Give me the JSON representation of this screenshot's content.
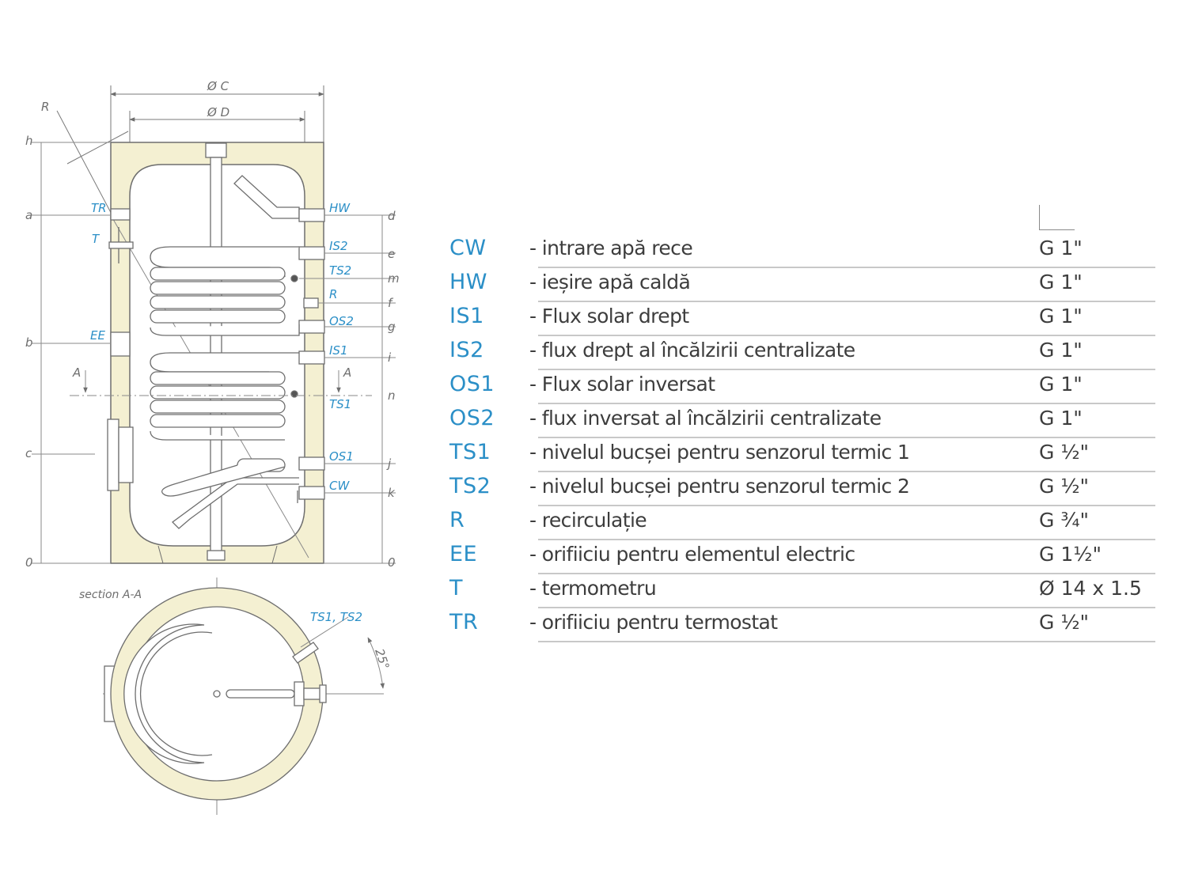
{
  "drawing": {
    "dimensions": {
      "outer_diameter": "Ø C",
      "inner_diameter": "Ø D",
      "radius": "R",
      "left_levels": [
        "h",
        "a",
        "b",
        "c",
        "0"
      ],
      "right_levels": [
        "d",
        "e",
        "m",
        "f",
        "g",
        "i",
        "n",
        "j",
        "k",
        "0"
      ],
      "section_mark": "A",
      "angle": "25°"
    },
    "connections": {
      "hw": "HW",
      "is2": "IS2",
      "ts2": "TS2",
      "r": "R",
      "os2": "OS2",
      "is1": "IS1",
      "ts1": "TS1",
      "os1": "OS1",
      "cw": "CW",
      "tr": "TR",
      "t": "T",
      "ee": "EE"
    },
    "section_title": "section A-A",
    "section_sensor_label": "TS1, TS2"
  },
  "legend": {
    "rows": [
      {
        "code": "CW",
        "desc": "- intrare apă rece",
        "size": "G 1\""
      },
      {
        "code": "HW",
        "desc": "- ieșire apă caldă",
        "size": "G 1\""
      },
      {
        "code": "IS1",
        "desc": "- Flux solar drept",
        "size": "G 1\""
      },
      {
        "code": "IS2",
        "desc": "- flux drept al încălzirii centralizate",
        "size": "G 1\""
      },
      {
        "code": "OS1",
        "desc": "- Flux solar inversat",
        "size": "G 1\""
      },
      {
        "code": "OS2",
        "desc": "- flux inversat al încălzirii centralizate",
        "size": "G 1\""
      },
      {
        "code": "TS1",
        "desc": "- nivelul bucșei pentru senzorul termic 1",
        "size": "G ½\""
      },
      {
        "code": "TS2",
        "desc": "- nivelul bucșei pentru senzorul termic 2",
        "size": "G ½\""
      },
      {
        "code": "R",
        "desc": "- recirculație",
        "size": "G ¾\""
      },
      {
        "code": "EE",
        "desc": "- orifiiciu pentru elementul electric",
        "size": "G 1½\""
      },
      {
        "code": "T",
        "desc": "- termometru",
        "size": "Ø 14 x 1.5"
      },
      {
        "code": "TR",
        "desc": "- orifiiciu pentru termostat",
        "size": "G ½\""
      }
    ]
  },
  "colors": {
    "accent": "#2b8fc7",
    "insulation": "#f4f0d2",
    "line": "#6e6e6e",
    "text": "#3d3d3d",
    "rule": "#c8c8c8"
  }
}
